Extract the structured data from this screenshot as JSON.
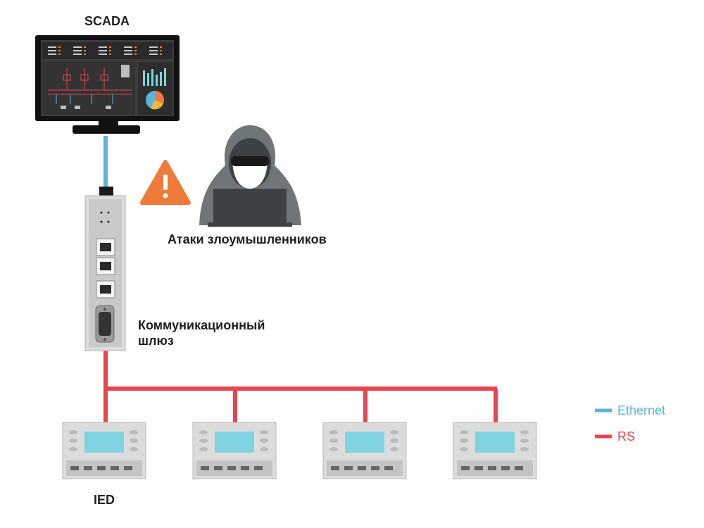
{
  "labels": {
    "scada": "SCADA",
    "attacks": "Атаки злоумышленников",
    "gateway_line1": "Коммуникационный",
    "gateway_line2": "шлюз",
    "ied": "IED"
  },
  "legend": [
    {
      "name": "Ethernet",
      "color": "#5ab4dc"
    },
    {
      "name": "RS",
      "color": "#e8464f"
    }
  ],
  "colors": {
    "ethernet": "#5ab4dc",
    "rs": "#e8464f",
    "warning": "#f07a3a",
    "hacker": "#6f767a",
    "device_body": "#dcdcdc",
    "ied_screen": "#7fd3e0"
  },
  "icons": [
    "scada-monitor-icon",
    "warning-icon",
    "hacker-icon",
    "gateway-device-icon",
    "ied-device-icon"
  ]
}
